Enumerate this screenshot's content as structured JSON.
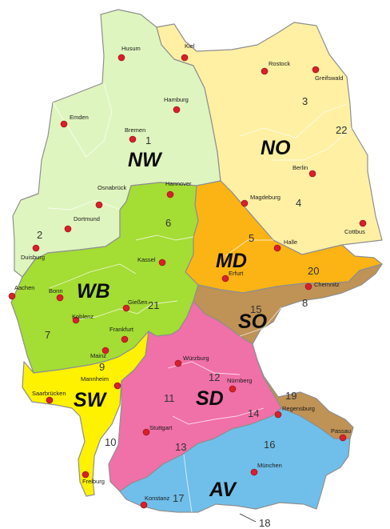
{
  "colors": {
    "NW": "#dff5bf",
    "NO": "#fff0a4",
    "MD": "#fbb414",
    "WB": "#a4dd34",
    "SO": "#bf9255",
    "SW": "#fff200",
    "SD": "#f070a8",
    "AV": "#6fbfea",
    "border": "#8f8f8f",
    "city": "#d8202a"
  },
  "regions": [
    {
      "code": "NW"
    },
    {
      "code": "NO"
    },
    {
      "code": "MD"
    },
    {
      "code": "WB"
    },
    {
      "code": "SO"
    },
    {
      "code": "SW"
    },
    {
      "code": "SD"
    },
    {
      "code": "AV"
    }
  ],
  "cities": [
    "Husum",
    "Kiel",
    "Rostock",
    "Greifswald",
    "Hamburg",
    "Emden",
    "Bremen",
    "Berlin",
    "Osnabrück",
    "Hannover",
    "Magdeburg",
    "Cottbus",
    "Dortmund",
    "Duisburg",
    "Halle",
    "Kassel",
    "Erfurt",
    "Aachen",
    "Bonn",
    "Chemnitz",
    "Gießen",
    "Koblenz",
    "Frankfurt",
    "Mainz",
    "Würzburg",
    "Mannheim",
    "Nürnberg",
    "Saarbrücken",
    "Regensburg",
    "Stuttgart",
    "Passau",
    "München",
    "Freiburg",
    "Konstanz"
  ],
  "numbers": [
    "1",
    "2",
    "3",
    "4",
    "5",
    "6",
    "7",
    "9",
    "10",
    "11",
    "12",
    "13",
    "14",
    "15",
    "16",
    "17",
    "18",
    "19",
    "20",
    "21",
    "22"
  ]
}
